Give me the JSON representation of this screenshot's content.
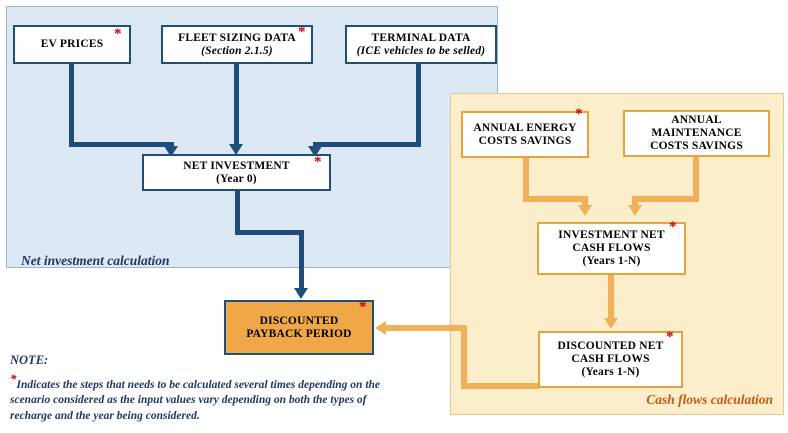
{
  "diagram": {
    "panels": [
      {
        "id": "net",
        "label": "Net investment calculation"
      },
      {
        "id": "cash",
        "label": "Cash flows calculation"
      }
    ],
    "nodes": {
      "ev_prices": {
        "line1": "EV PRICES"
      },
      "fleet_sizing": {
        "line1": "FLEET SIZING DATA",
        "line2": "(Section 2.1.5)"
      },
      "terminal_data": {
        "line1": "TERMINAL DATA",
        "line2": "(ICE vehicles to be selled)"
      },
      "net_investment": {
        "line1": "NET INVESTMENT",
        "line2": "(Year 0)"
      },
      "annual_energy": {
        "line1": "ANNUAL ENERGY",
        "line2": "COSTS SAVINGS"
      },
      "annual_maint": {
        "line1": "ANNUAL",
        "line2": "MAINTENANCE",
        "line3": "COSTS SAVINGS"
      },
      "inv_net_cf": {
        "line1": "INVESTMENT NET",
        "line2": "CASH FLOWS",
        "line3": "(Years 1-N)"
      },
      "disc_net_cf": {
        "line1": "DISCOUNTED NET",
        "line2": "CASH FLOWS",
        "line3": "(Years 1-N)"
      },
      "payback": {
        "line1": "DISCOUNTED",
        "line2": "PAYBACK PERIOD"
      }
    },
    "marker": "*",
    "note": {
      "title": "NOTE:",
      "body": "Indicates the steps that needs to be calculated several times depending on the scenario considered as the input values vary depending on both the types of recharge and the year being considered."
    },
    "colors": {
      "panel_net_fill": "#dce8f4",
      "panel_cash_fill": "#fdeecb",
      "blue_line": "#1f4e79",
      "amber_line": "#f0b15a",
      "result_fill": "#f0a747",
      "marker_red": "#cc0000",
      "net_label_text": "#1f3864",
      "cash_label_text": "#c55a11"
    }
  }
}
